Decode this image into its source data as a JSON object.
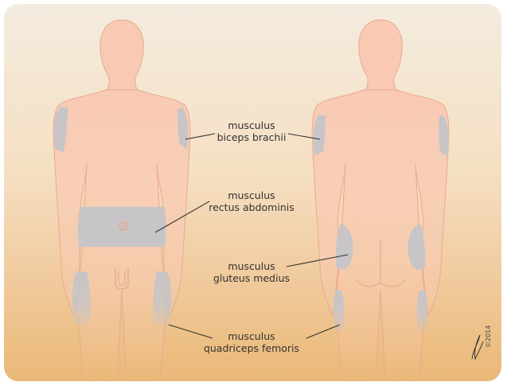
{
  "labels": {
    "biceps": {
      "line1": "musculus",
      "line2": "biceps brachii"
    },
    "rectus": {
      "line1": "musculus",
      "line2": "rectus abdominis"
    },
    "gluteus": {
      "line1": "musculus",
      "line2": "gluteus medius"
    },
    "quadriceps": {
      "line1": "musculus",
      "line2": "quadriceps femoris"
    }
  },
  "copyright": "©2014",
  "colors": {
    "skin": "#f9c9b3",
    "skin_outline": "#e9a98f",
    "muscle_region": "#c7c5c7",
    "leader_line": "#333333"
  }
}
